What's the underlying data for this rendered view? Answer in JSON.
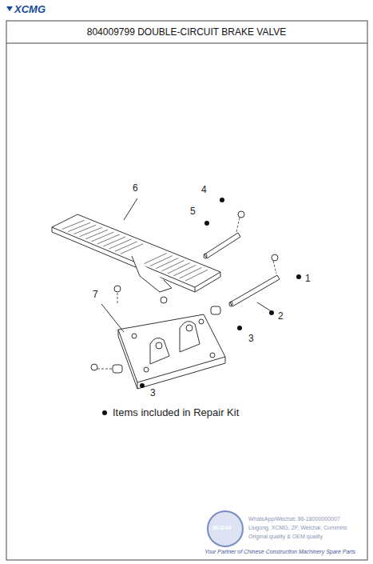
{
  "diagram": {
    "title": "804009799 DOUBLE-CIRCUIT BRAKE VALVE",
    "labels": [
      "XCMG",
      "6",
      "4",
      "5",
      "1",
      "7",
      "2",
      "3",
      "3",
      "Items included in Repair Kit",
      "90-DAY",
      "WhatsApp/Wechat: 86-18000000007",
      "Liugong, XCMG, ZF, Weichai, Cummins",
      "Original quality & OEM quality",
      "Your Partner of Chinese Construction Machinery Spare Parts"
    ]
  }
}
